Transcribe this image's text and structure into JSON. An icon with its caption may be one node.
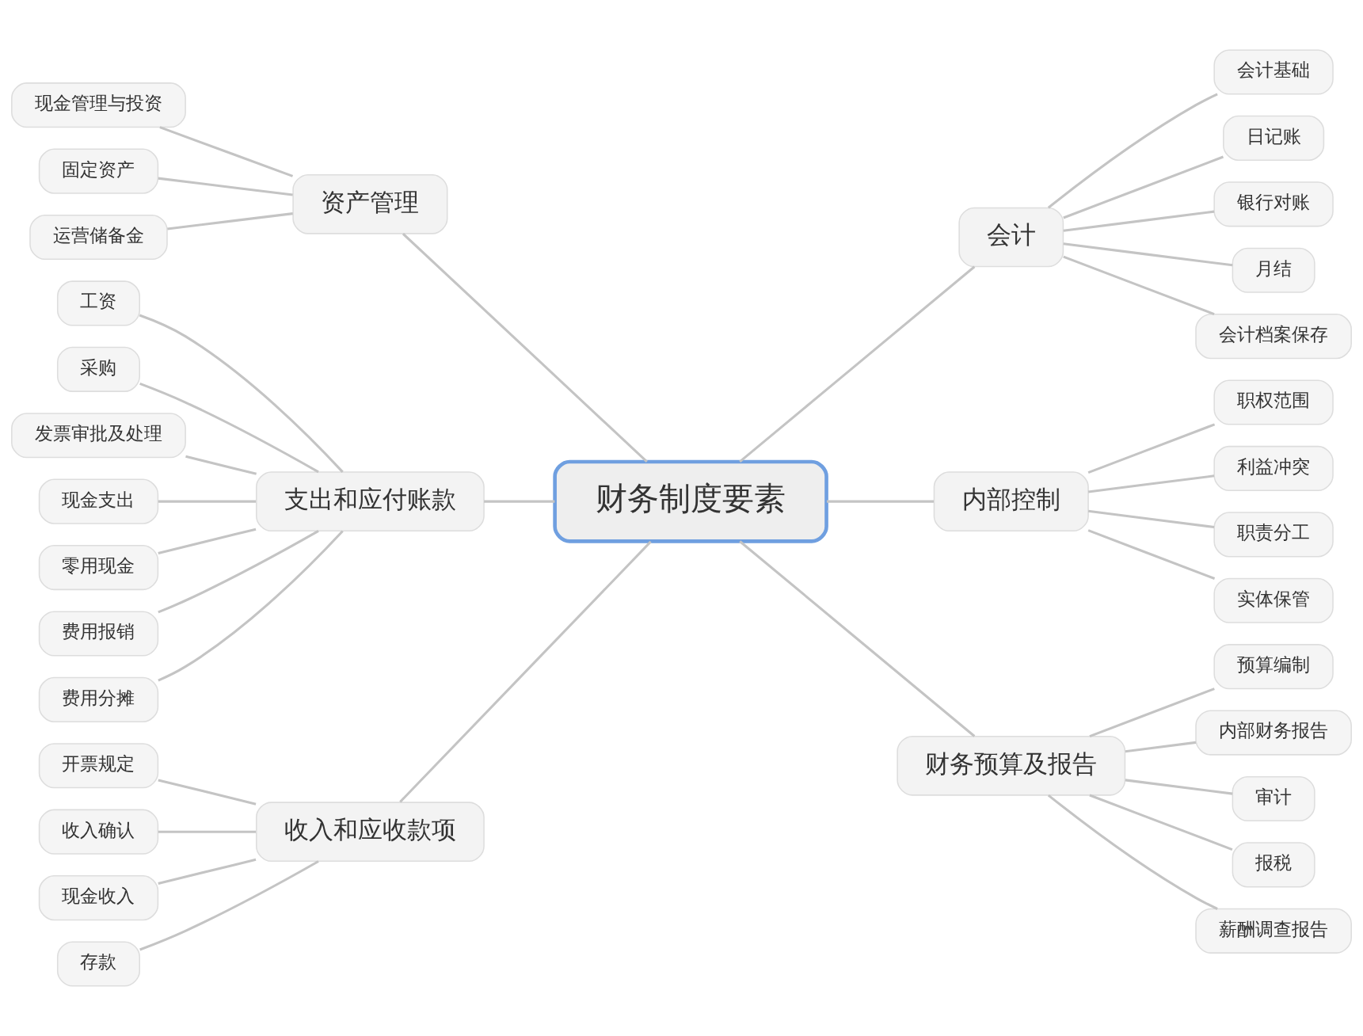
{
  "diagram": {
    "nodes": [
      {
        "text": [
          "财务制度要素"
        ]
      },
      {
        "text": [
          "资产管理"
        ]
      },
      {
        "text": [
          "现金管理与投资"
        ]
      },
      {
        "text": [
          "固定资产"
        ]
      },
      {
        "text": [
          "运营储备金"
        ]
      },
      {
        "text": [
          "支出和应付账款"
        ]
      },
      {
        "text": [
          "工资"
        ]
      },
      {
        "text": [
          "采购"
        ]
      },
      {
        "text": [
          "发票审批及处理"
        ]
      },
      {
        "text": [
          "现金支出"
        ]
      },
      {
        "text": [
          "零用现金"
        ]
      },
      {
        "text": [
          "费用报销"
        ]
      },
      {
        "text": [
          "费用分摊"
        ]
      },
      {
        "text": [
          "收入和应收款项"
        ]
      },
      {
        "text": [
          "开票规定"
        ]
      },
      {
        "text": [
          "收入确认"
        ]
      },
      {
        "text": [
          "现金收入"
        ]
      },
      {
        "text": [
          "存款"
        ]
      },
      {
        "text": [
          "会计"
        ]
      },
      {
        "text": [
          "会计基础"
        ]
      },
      {
        "text": [
          "日记账"
        ]
      },
      {
        "text": [
          "银行对账"
        ]
      },
      {
        "text": [
          "月结"
        ]
      },
      {
        "text": [
          "会计档案保存"
        ]
      },
      {
        "text": [
          "内部控制"
        ]
      },
      {
        "text": [
          "职权范围"
        ]
      },
      {
        "text": [
          "利益冲突"
        ]
      },
      {
        "text": [
          "职责分工"
        ]
      },
      {
        "text": [
          "实体保管"
        ]
      },
      {
        "text": [
          "财务预算及报告"
        ]
      },
      {
        "text": [
          "预算编制"
        ]
      },
      {
        "text": [
          "内部财务报告"
        ]
      },
      {
        "text": [
          "审计"
        ]
      },
      {
        "text": [
          "报税"
        ]
      },
      {
        "text": [
          "薪酬调查报告"
        ]
      }
    ],
    "edges": [
      {
        "from": 2,
        "to": 1,
        "arrow": "none"
      },
      {
        "from": 3,
        "to": 1,
        "arrow": "none"
      },
      {
        "from": 4,
        "to": 1,
        "arrow": "none"
      },
      {
        "from": 6,
        "to": 5,
        "arrow": "none"
      },
      {
        "from": 7,
        "to": 5,
        "arrow": "none"
      },
      {
        "from": 8,
        "to": 5,
        "arrow": "none"
      },
      {
        "from": 9,
        "to": 5,
        "arrow": "none"
      },
      {
        "from": 10,
        "to": 5,
        "arrow": "none"
      },
      {
        "from": 11,
        "to": 5,
        "arrow": "none"
      },
      {
        "from": 12,
        "to": 5,
        "arrow": "none"
      },
      {
        "from": 14,
        "to": 13,
        "arrow": "none"
      },
      {
        "from": 15,
        "to": 13,
        "arrow": "none"
      },
      {
        "from": 16,
        "to": 13,
        "arrow": "none"
      },
      {
        "from": 17,
        "to": 13,
        "arrow": "none"
      },
      {
        "from": 1,
        "to": 0,
        "arrow": "none"
      },
      {
        "from": 5,
        "to": 0,
        "arrow": "none"
      },
      {
        "from": 13,
        "to": 0,
        "arrow": "none"
      },
      {
        "from": 0,
        "to": 18,
        "arrow": "none"
      },
      {
        "from": 0,
        "to": 24,
        "arrow": "none"
      },
      {
        "from": 0,
        "to": 29,
        "arrow": "none"
      },
      {
        "from": 18,
        "to": 19,
        "arrow": "none"
      },
      {
        "from": 18,
        "to": 20,
        "arrow": "none"
      },
      {
        "from": 18,
        "to": 21,
        "arrow": "none"
      },
      {
        "from": 18,
        "to": 22,
        "arrow": "none"
      },
      {
        "from": 18,
        "to": 23,
        "arrow": "none"
      },
      {
        "from": 24,
        "to": 25,
        "arrow": "none"
      },
      {
        "from": 24,
        "to": 26,
        "arrow": "none"
      },
      {
        "from": 24,
        "to": 27,
        "arrow": "none"
      },
      {
        "from": 24,
        "to": 28,
        "arrow": "none"
      },
      {
        "from": 29,
        "to": 30,
        "arrow": "none"
      },
      {
        "from": 29,
        "to": 31,
        "arrow": "none"
      },
      {
        "from": 29,
        "to": 32,
        "arrow": "none"
      },
      {
        "from": 29,
        "to": 33,
        "arrow": "none"
      },
      {
        "from": 29,
        "to": 34,
        "arrow": "none"
      }
    ]
  }
}
